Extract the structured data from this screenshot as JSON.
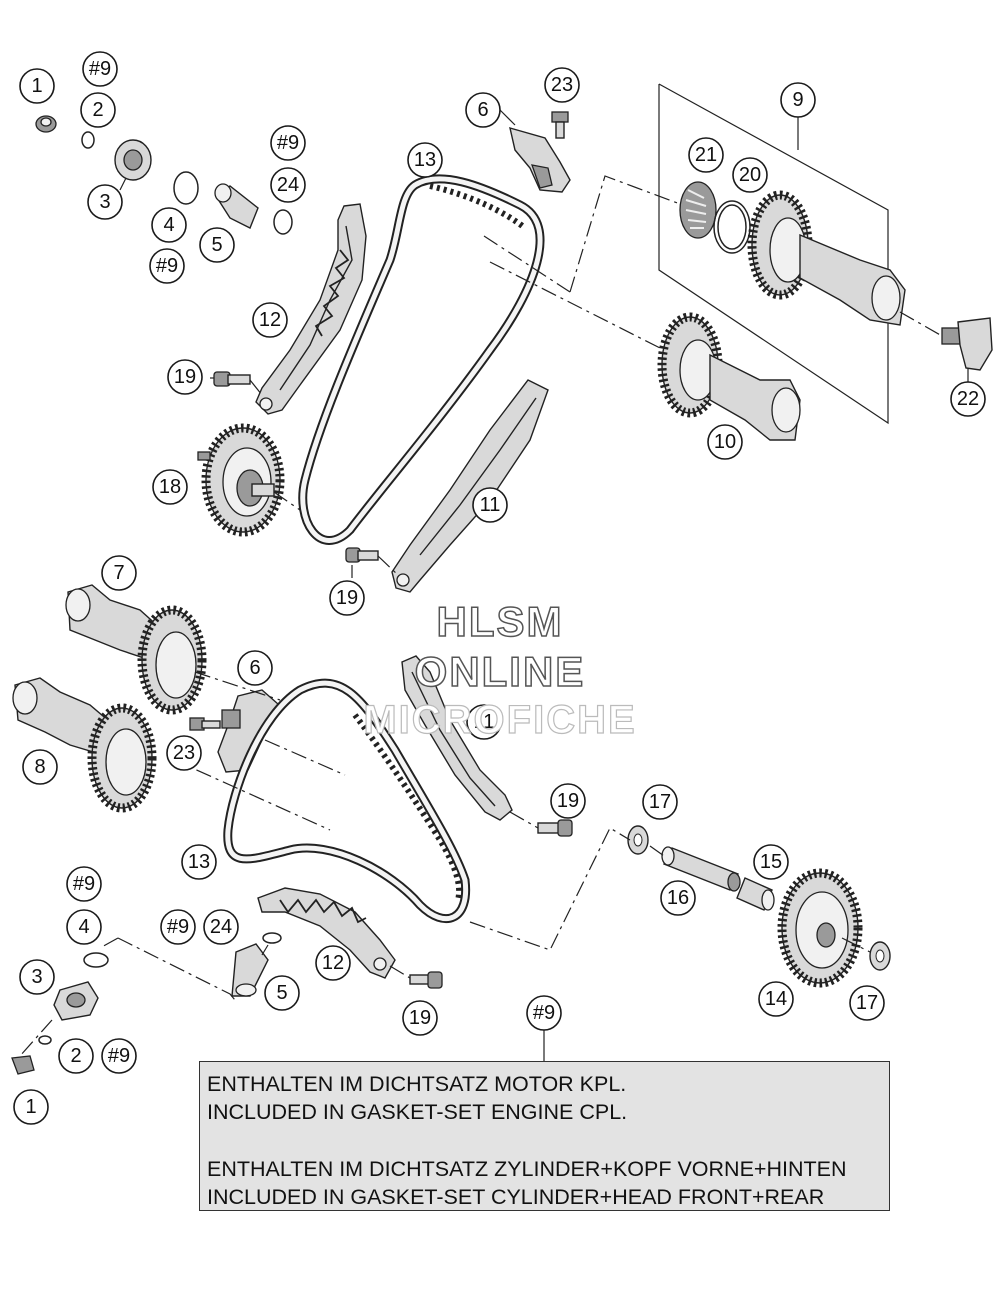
{
  "callouts": {
    "c1a": "1",
    "c9a": "#9",
    "c2a": "2",
    "c3a": "3",
    "c4a": "4",
    "c5a": "5",
    "c9b": "#9",
    "c9c": "#9",
    "c24a": "24",
    "c12a": "12",
    "c19a": "19",
    "c18": "18",
    "c6a": "6",
    "c23a": "23",
    "c13a": "13",
    "c9": "9",
    "c21": "21",
    "c20": "20",
    "c22": "22",
    "c10": "10",
    "c11a": "11",
    "c19b": "19",
    "c7": "7",
    "c6b": "6",
    "c8": "8",
    "c23b": "23",
    "c11b": "11",
    "c19c": "19",
    "c13b": "13",
    "c17a": "17",
    "c15": "15",
    "c16": "16",
    "c14": "14",
    "c17b": "17",
    "c9d": "#9",
    "c4b": "4",
    "c3b": "3",
    "c9e": "#9",
    "c24b": "24",
    "c5b": "5",
    "c12b": "12",
    "c19d": "19",
    "c2b": "2",
    "c9f": "#9",
    "c1b": "1",
    "c9g": "#9"
  },
  "watermark": {
    "line1": "HLSM",
    "line2": "ONLINE",
    "line3": "MICROFICHE"
  },
  "note": {
    "line1": "ENTHALTEN IM DICHTSATZ MOTOR KPL.",
    "line2": "INCLUDED IN GASKET-SET ENGINE CPL.",
    "line3": "ENTHALTEN IM DICHTSATZ ZYLINDER+KOPF VORNE+HINTEN",
    "line4": "INCLUDED IN GASKET-SET CYLINDER+HEAD FRONT+REAR"
  },
  "colors": {
    "note_background": "#e3e3e3",
    "line": "#222222"
  }
}
